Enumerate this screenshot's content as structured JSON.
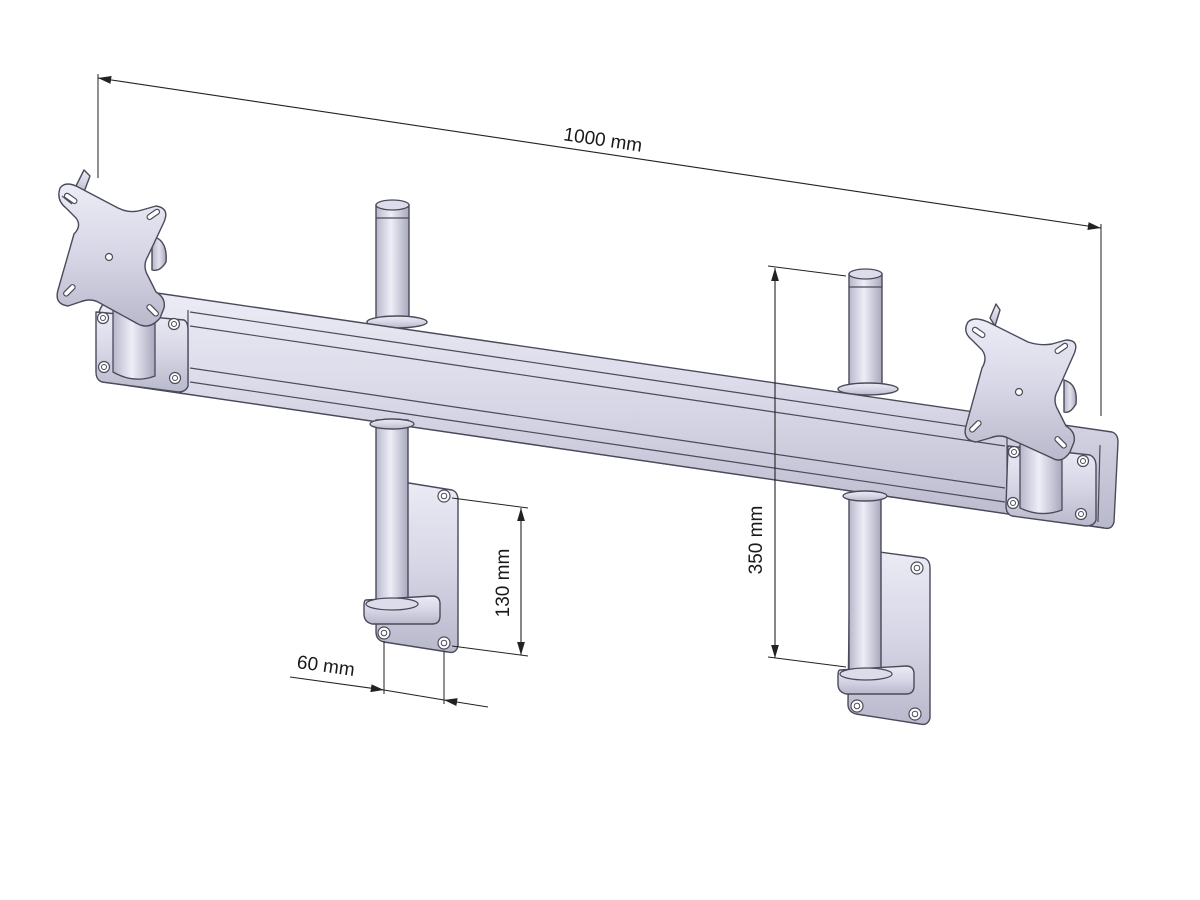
{
  "drawing": {
    "subject": "dual monitor wall-mount bracket",
    "dimensions": {
      "overall_width": "1000 mm",
      "height_to_bracket": "350 mm",
      "plate_height": "130 mm",
      "plate_width": "60 mm"
    },
    "colors": {
      "metal_light": "#e6e6f2",
      "metal_mid": "#c9c9db",
      "metal_dark": "#a9a9bd",
      "outline": "#4a4a5a",
      "dimension": "#222222"
    }
  }
}
